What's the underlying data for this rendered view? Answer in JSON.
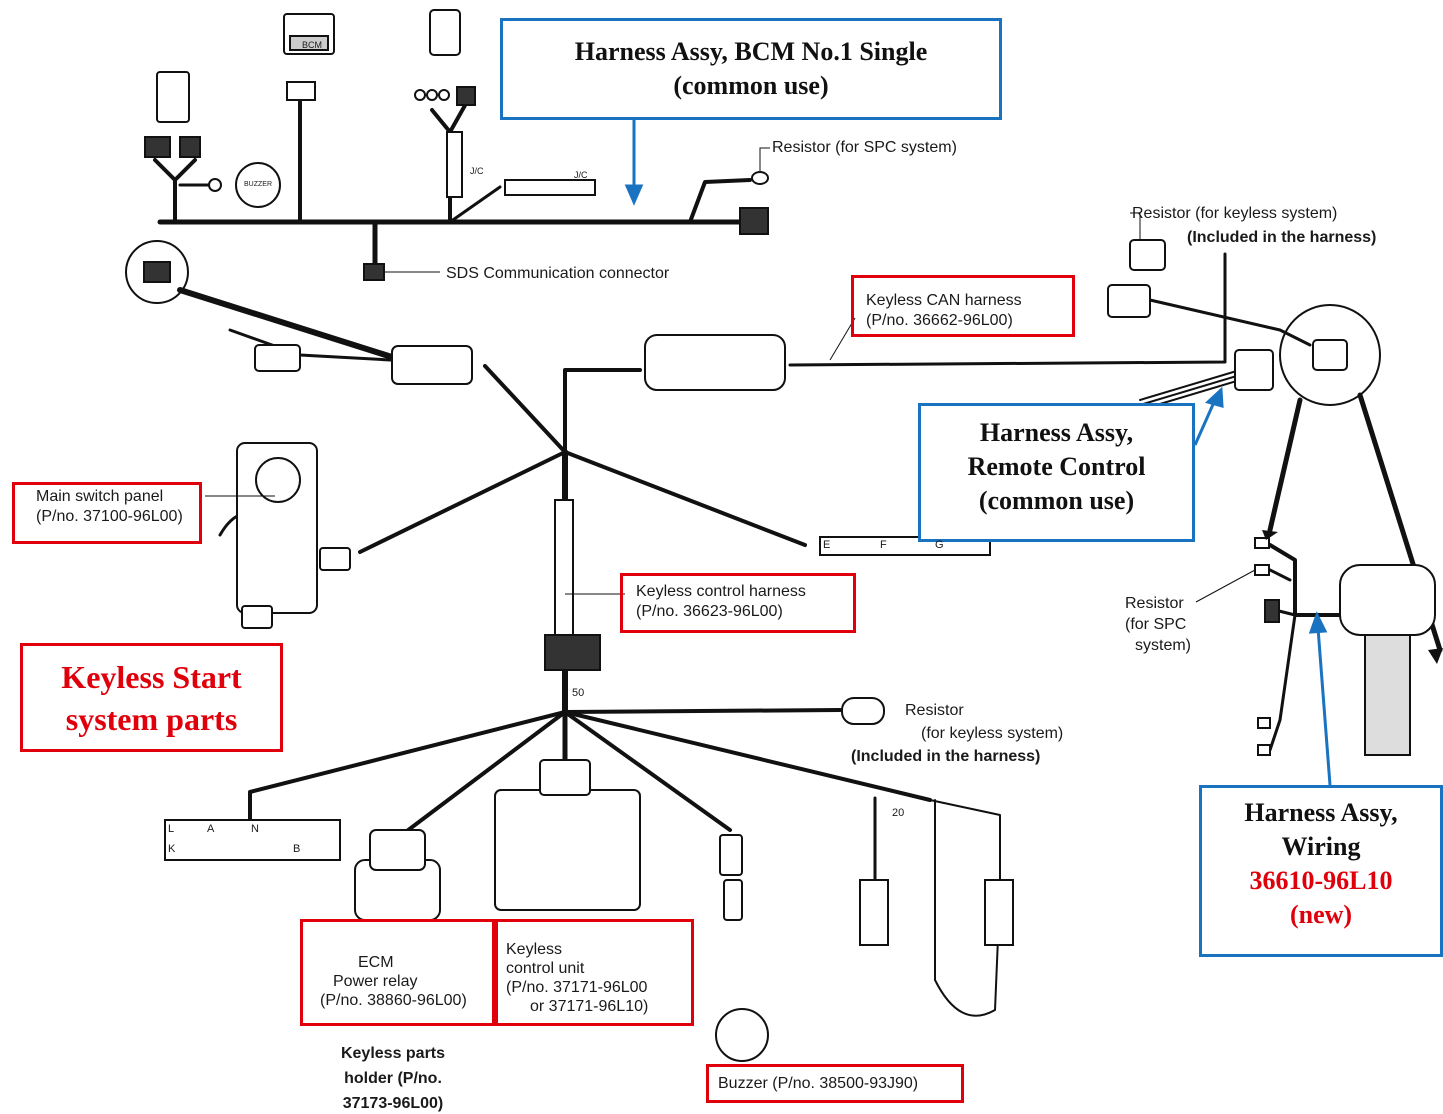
{
  "callouts": {
    "bcm_harness": {
      "line1": "Harness Assy, BCM No.1 Single",
      "line2": "(common use)"
    },
    "remote_harness": {
      "line1": "Harness Assy,",
      "line2": "Remote Control",
      "line3": "(common use)"
    },
    "wiring_harness": {
      "line1": "Harness Assy,",
      "line2": "Wiring",
      "part": "36610-96L10",
      "status": "(new)"
    },
    "keyless_title": {
      "line1": "Keyless Start",
      "line2": "system parts"
    }
  },
  "parts": {
    "main_switch": {
      "name": "Main switch panel",
      "pno": "(P/no. 37100-96L00)"
    },
    "keyless_can": {
      "name": "Keyless CAN harness",
      "pno": "(P/no. 36662-96L00)"
    },
    "keyless_control_harness": {
      "name": "Keyless control harness",
      "pno": "(P/no. 36623-96L00)"
    },
    "ecm_relay": {
      "line1": "ECM",
      "line2": "Power relay",
      "pno": "(P/no. 38860-96L00)"
    },
    "keyless_unit": {
      "line1": "Keyless",
      "line2": "control unit",
      "pno1": "(P/no. 37171-96L00",
      "pno2": "or 37171-96L10)"
    },
    "buzzer": {
      "name": "Buzzer (P/no. 38500-93J90)"
    },
    "parts_holder": {
      "line1": "Keyless parts",
      "line2": "holder (P/no.",
      "line3": "37173-96L00)"
    }
  },
  "labels": {
    "resistor_spc_top": "Resistor (for SPC system)",
    "resistor_keyless_top": "Resistor (for keyless system)",
    "included_top": "(Included in the harness)",
    "sds": "SDS Communication connector",
    "resistor_mid": "Resistor",
    "for_keyless_mid": "(for keyless system)",
    "included_mid": "(Included in the harness)",
    "resistor_spc_right_1": "Resistor",
    "resistor_spc_right_2": "(for SPC",
    "resistor_spc_right_3": "system)",
    "jc1": "J/C",
    "jc2": "J/C",
    "bcm": "BCM",
    "buzzer_small": "BUZZER",
    "num50": "50",
    "num20": "20",
    "conn_e": "E",
    "conn_f": "F",
    "conn_g": "G",
    "conn_l": "L",
    "conn_a": "A",
    "conn_n": "N",
    "conn_k": "K",
    "conn_b": "B"
  },
  "colors": {
    "red": "#e0000b",
    "blue": "#1a73c0",
    "wire": "#111111"
  }
}
